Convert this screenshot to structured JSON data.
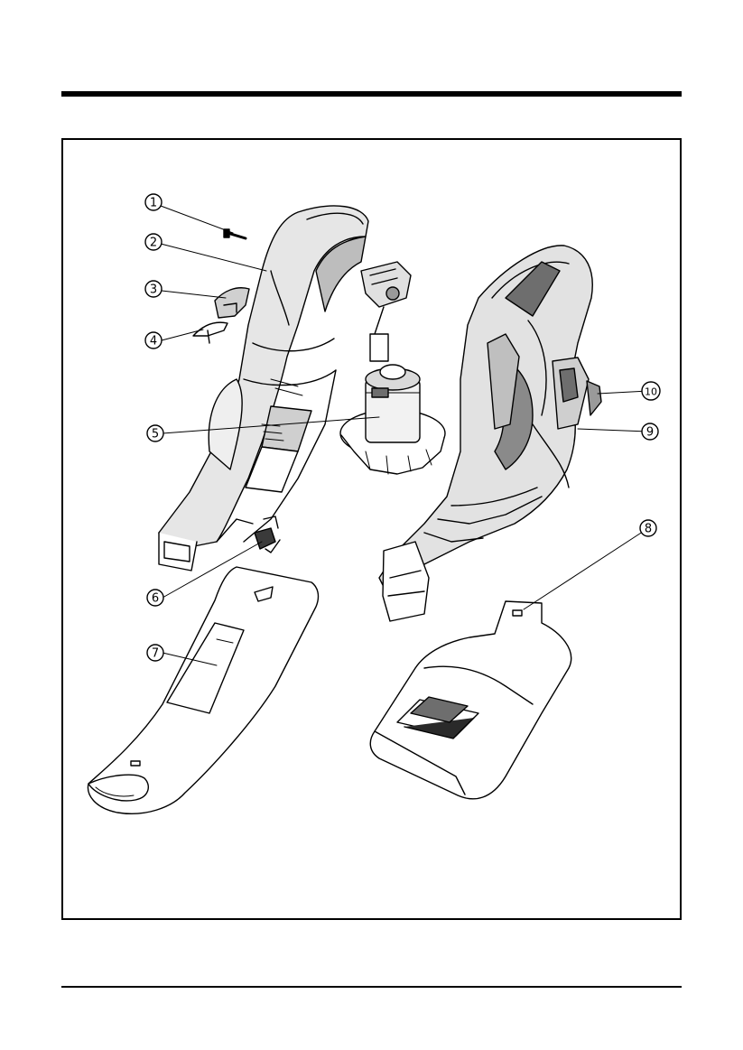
{
  "callouts": [
    {
      "id": "1",
      "label": "1"
    },
    {
      "id": "2",
      "label": "2"
    },
    {
      "id": "3",
      "label": "3"
    },
    {
      "id": "4",
      "label": "4"
    },
    {
      "id": "5",
      "label": "5"
    },
    {
      "id": "6",
      "label": "6"
    },
    {
      "id": "7",
      "label": "7"
    },
    {
      "id": "8",
      "label": "8"
    },
    {
      "id": "9",
      "label": "9"
    },
    {
      "id": "10",
      "label": "10"
    }
  ],
  "colors": {
    "ink": "#000000",
    "paper": "#ffffff",
    "shade": "#d9d9d9",
    "dark-shade": "#6e6e6e"
  }
}
